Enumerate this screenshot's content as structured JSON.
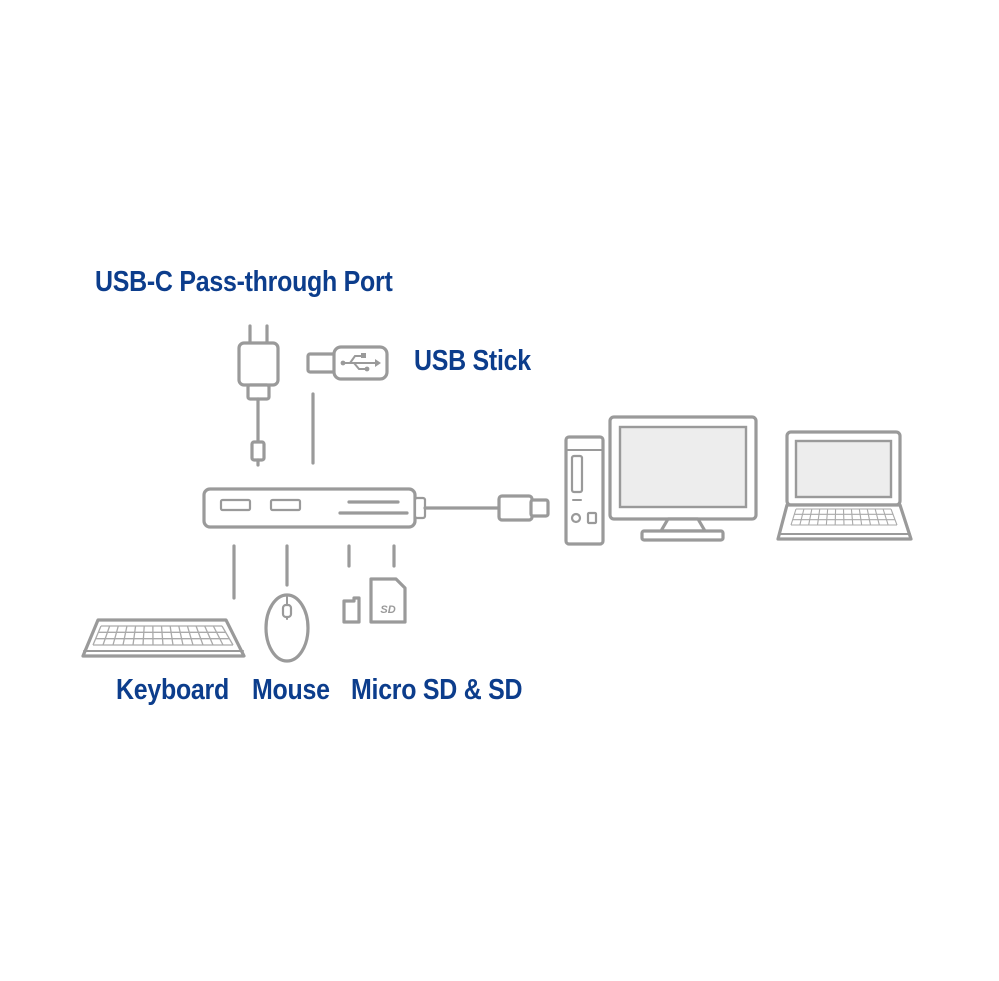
{
  "labels": {
    "pass_through": "USB-C Pass-through Port",
    "usb_stick": "USB Stick",
    "keyboard": "Keyboard",
    "mouse": "Mouse",
    "cards": "Micro SD & SD"
  },
  "icons": {
    "usb_symbol": "usb-trident-icon",
    "sd_card_text": "SD"
  },
  "colors": {
    "label": "#0c3d8c",
    "line_art": "#9a9a9a",
    "background": "#ffffff"
  }
}
